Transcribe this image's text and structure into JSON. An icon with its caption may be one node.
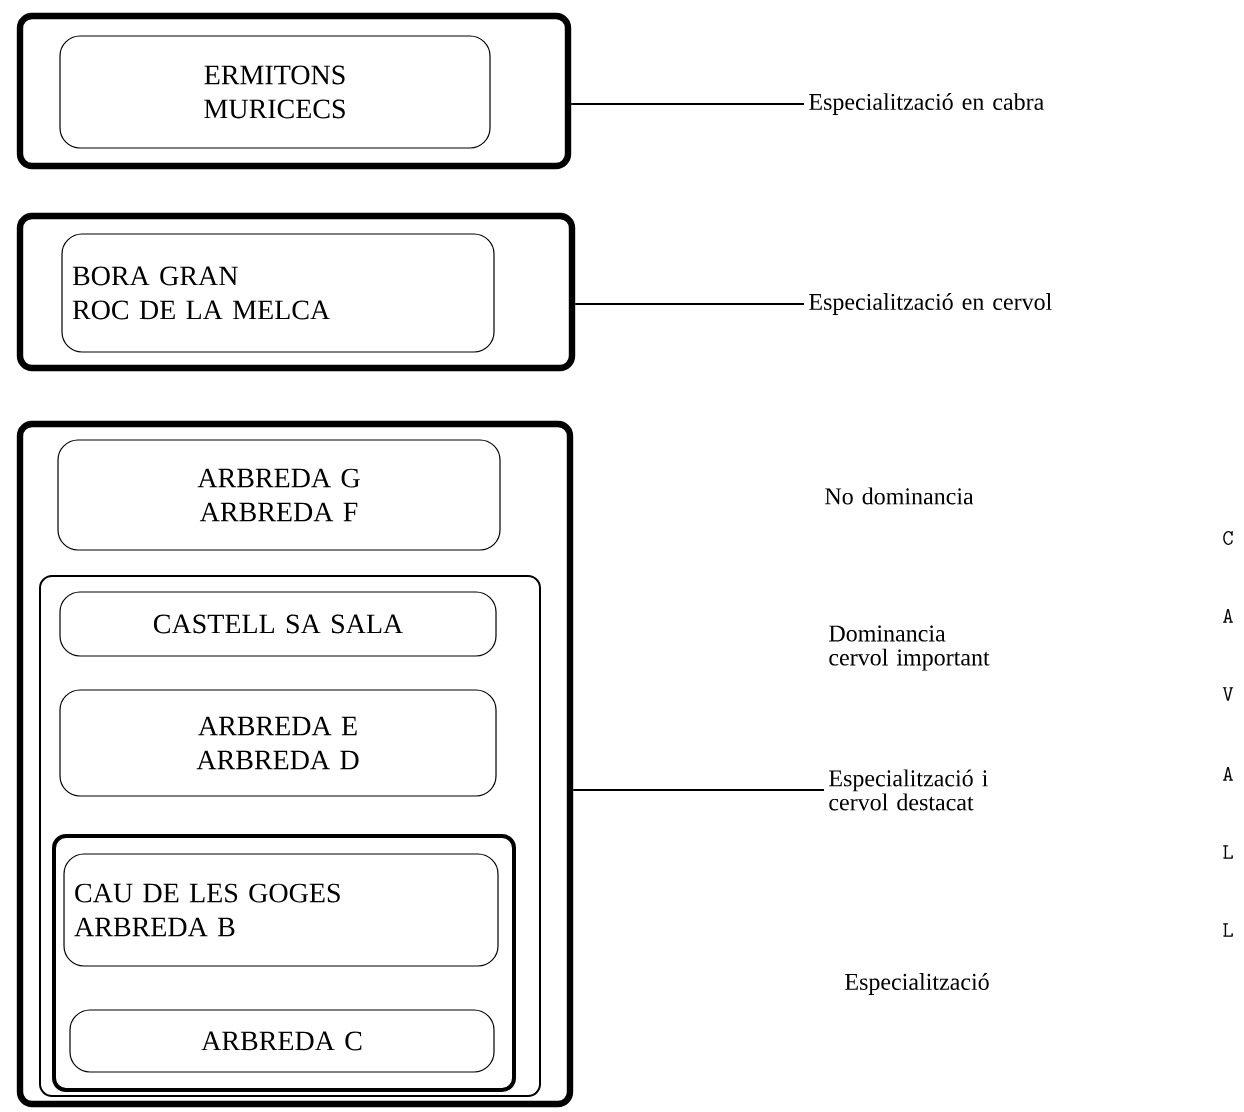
{
  "diagram": {
    "nodes": [
      {
        "text": [],
        "shape": "box"
      },
      {
        "text": [
          "ERMITONS",
          "MURICECS"
        ],
        "in": 0
      },
      {
        "text": [],
        "shape": "box"
      },
      {
        "text": [
          "BORA GRAN",
          "ROC DE LA MELCA"
        ],
        "in": 2
      },
      {
        "text": [],
        "shape": "box"
      },
      {
        "text": [
          "ARBREDA G",
          "ARBREDA F"
        ],
        "in": 4
      },
      {
        "text": [],
        "shape": "box",
        "in": 4
      },
      {
        "text": [
          "CASTELL SA SALA"
        ],
        "in": 6
      },
      {
        "text": [
          "ARBREDA E",
          "ARBREDA D"
        ],
        "in": 6
      },
      {
        "text": [],
        "shape": "box",
        "in": 6
      },
      {
        "text": [
          "CAU DE LES GOGES",
          "ARBREDA B"
        ],
        "in": 9
      },
      {
        "text": [
          "ARBREDA C"
        ],
        "in": 9
      },
      {
        "text": [
          "Especialització en cabra"
        ]
      },
      {
        "text": [
          "Especialització en cervol"
        ]
      },
      {
        "text": [
          "No dominancia"
        ]
      },
      {
        "text": [
          "Dominancia cervol important"
        ]
      },
      {
        "text": [
          "Especialització i cervol destacat"
        ]
      },
      {
        "text": [
          "Especialització"
        ]
      }
    ],
    "edges": [
      {
        "from": 0,
        "to": 12,
        "arrow": "none"
      },
      {
        "from": 2,
        "to": 13,
        "arrow": "none"
      },
      {
        "from": 4,
        "to": 16,
        "arrow": "none"
      }
    ],
    "labels": [
      "C",
      "A",
      "V",
      "A",
      "L",
      "L"
    ]
  }
}
